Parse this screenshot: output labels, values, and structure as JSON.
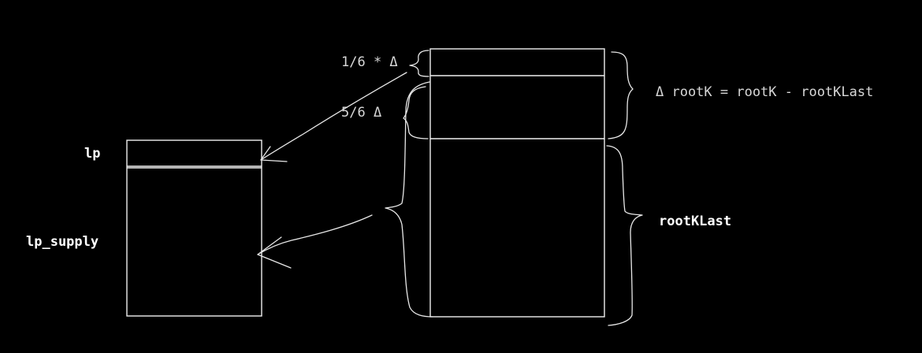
{
  "colors": {
    "background": "#000000",
    "stroke": "#f0f0f0",
    "text": "#d8d8d8"
  },
  "left_box": {
    "top_label": "lp",
    "bottom_label": "lp_supply"
  },
  "right_box": {
    "top_slice_label": "1/6 * Δ",
    "middle_slice_label": "5/6 Δ",
    "delta_label": "Δ rootK = rootK - rootKLast",
    "bottom_label": "rootKLast"
  }
}
